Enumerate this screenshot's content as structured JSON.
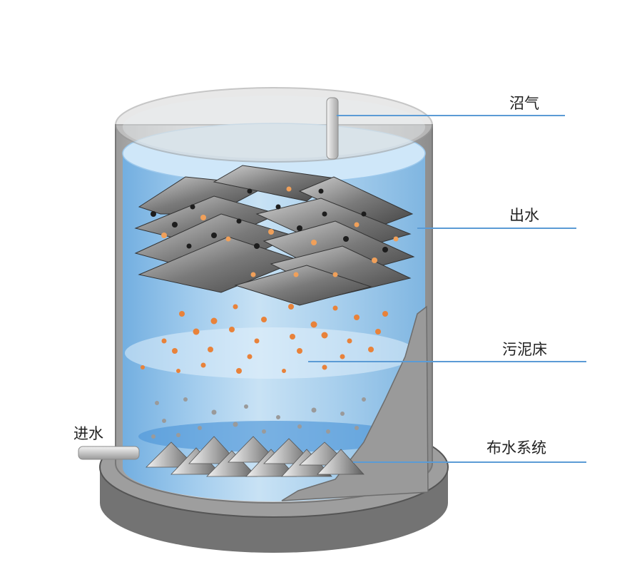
{
  "labels": {
    "biogas": "沼气",
    "outlet": "出水",
    "sludge_bed": "污泥床",
    "distribution": "布水系统",
    "inlet": "进水"
  },
  "colors": {
    "leader_line": "#5b9bd5",
    "water": "#a9d2f2",
    "sludge_particle": "#e8823a",
    "shell": "#b9b9b9"
  }
}
